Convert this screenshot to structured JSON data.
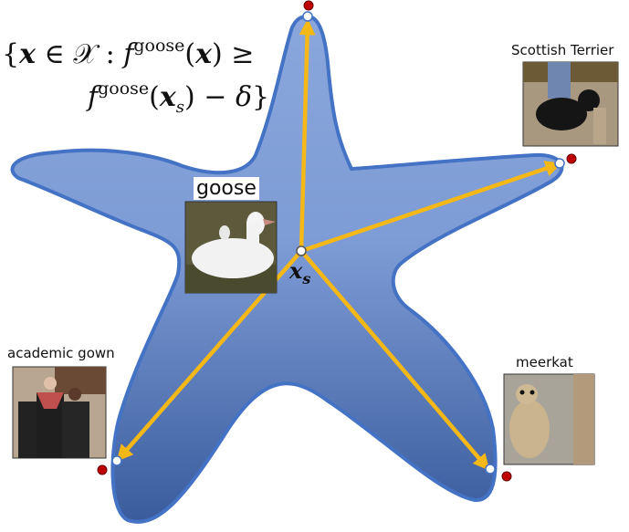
{
  "formula": {
    "line1": "{x ∈ 𝒳 : f",
    "sup1": "goose",
    "line1_end": "(x) ≥",
    "line2": "f",
    "sup2": "goose",
    "line2_end": "(x",
    "sub": "s",
    "line2_tail": ") − δ}"
  },
  "center_point": {
    "label": "x",
    "subscript": "s"
  },
  "images": [
    {
      "label": "goose",
      "position": "center"
    },
    {
      "label": "Scottish Terrier",
      "position": "top-right"
    },
    {
      "label": "academic gown",
      "position": "bottom-left"
    },
    {
      "label": "meerkat",
      "position": "bottom-right"
    }
  ],
  "colors": {
    "star_fill_top": "#8aa7dc",
    "star_fill_bottom": "#3a5d9e",
    "star_stroke": "#4472c4",
    "arrow": "#f5b817",
    "endpoint_outside": "#c00000",
    "endpoint_boundary": "#ffffff"
  }
}
